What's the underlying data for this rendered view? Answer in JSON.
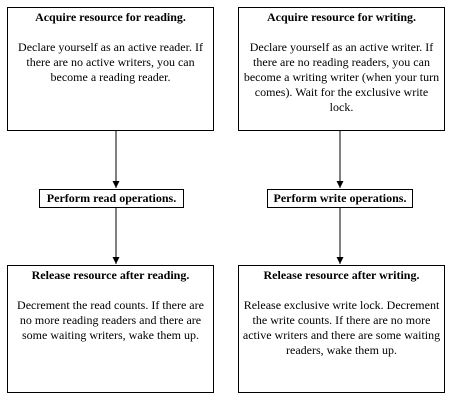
{
  "left": {
    "acquire": {
      "title": "Acquire resource for reading.",
      "body": "Declare yourself as an active reader. If there are no active writers, you can become a reading reader."
    },
    "perform": "Perform read operations.",
    "release": {
      "title": "Release resource after reading.",
      "body": "Decrement the read counts. If there are no more reading readers and there are some waiting writers, wake them up."
    }
  },
  "right": {
    "acquire": {
      "title": "Acquire resource for writing.",
      "body": "Declare yourself as an active writer. If there are no reading readers, you can become a writing writer (when your turn comes). Wait for the exclusive write lock."
    },
    "perform": "Perform write operations.",
    "release": {
      "title": "Release resource after writing.",
      "body": "Release exclusive write lock. Decrement the write counts. If there are no more active writers and there are some waiting readers, wake them up."
    }
  }
}
